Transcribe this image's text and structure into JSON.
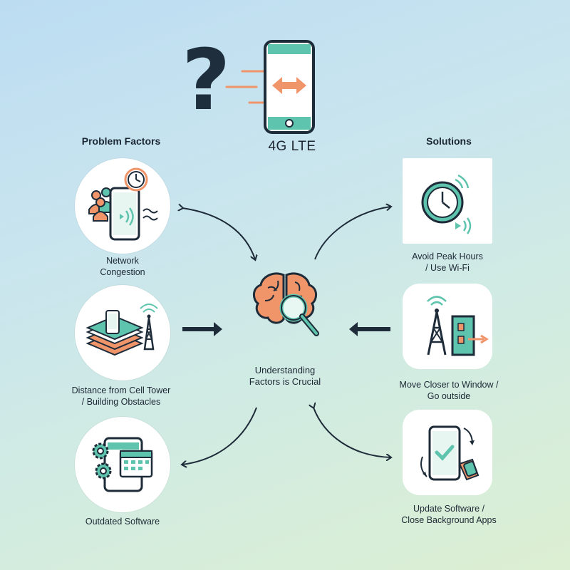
{
  "header": {
    "question_mark": "?",
    "phone_label": "4G LTE"
  },
  "columns": {
    "problems_title": "Problem Factors",
    "solutions_title": "Solutions"
  },
  "center": {
    "line1": "Understanding",
    "line2": "Factors is Crucial"
  },
  "problems": [
    {
      "line1": "Network",
      "line2": "Congestion",
      "icon": "crowd-phone-clock-icon"
    },
    {
      "line1": "Distance from Cell Tower",
      "line2": "/ Building Obstacles",
      "icon": "layers-tower-icon"
    },
    {
      "line1": "Outdated Software",
      "line2": "",
      "icon": "gears-calendar-icon"
    }
  ],
  "solutions": [
    {
      "line1": "Avoid Peak Hours",
      "line2": "/ Use Wi-Fi",
      "icon": "clock-wifi-icon"
    },
    {
      "line1": "Move Closer to Window /",
      "line2": "Go outside",
      "icon": "tower-building-icon"
    },
    {
      "line1": "Update Software /",
      "line2": "Close Background Apps",
      "icon": "phone-update-icon"
    }
  ],
  "colors": {
    "teal": "#5ec4ad",
    "orange": "#f0956a",
    "navy": "#1e2c3a"
  }
}
